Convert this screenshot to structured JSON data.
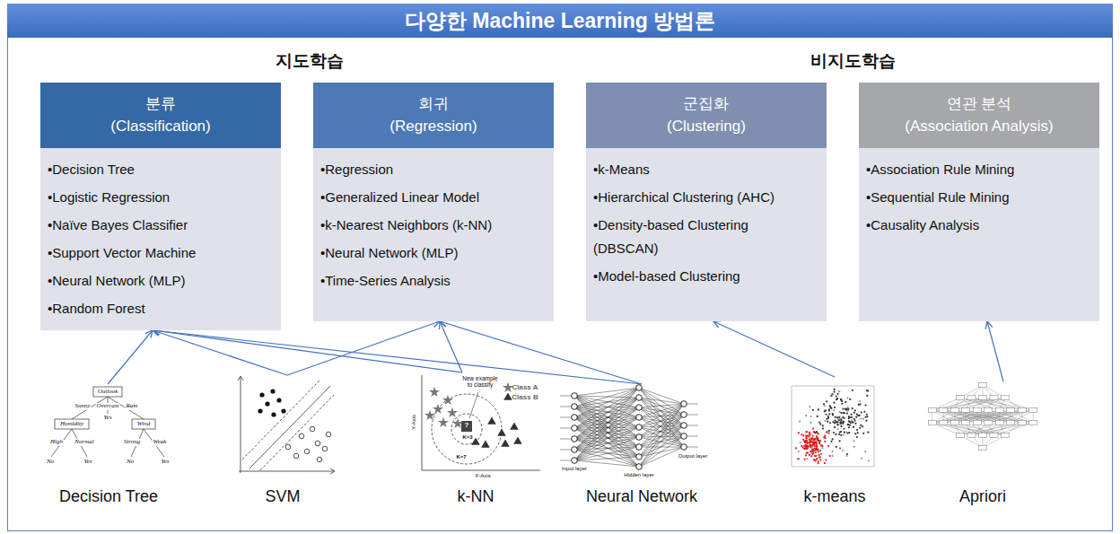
{
  "diagram": {
    "title": "다양한 Machine Learning 방법론",
    "nodes": [
      {
        "text": [
          "분류 (Classification)",
          "•Decision Tree",
          "•Logistic Regression",
          "•Naïve Bayes Classifier",
          "•Support Vector Machine",
          "•Neural Network (MLP)",
          "•Random Forest"
        ]
      },
      {
        "text": [
          "회귀 (Regression)",
          "•Regression",
          "•Generalized Linear Model",
          "•k-Nearest Neighbors (k-NN)",
          "•Neural Network (MLP)",
          "•Time-Series Analysis"
        ]
      },
      {
        "text": [
          "군집화 (Clustering)",
          "•k-Means",
          "•Hierarchical Clustering (AHC)",
          "•Density-based Clustering (DBSCAN)",
          "•Model-based Clustering"
        ]
      },
      {
        "text": [
          "연관 분석 (Association Analysis)",
          "•Association Rule Mining",
          "•Sequential Rule Mining",
          "•Causality Analysis"
        ]
      },
      {
        "text": [
          "Decision Tree"
        ]
      },
      {
        "text": [
          "SVM"
        ]
      },
      {
        "text": [
          "k-NN"
        ]
      },
      {
        "text": [
          "Neural Network"
        ]
      },
      {
        "text": [
          "k-means"
        ]
      },
      {
        "text": [
          "Apriori"
        ]
      }
    ],
    "edges": [
      {
        "from": 4,
        "to": 0,
        "arrow": "to"
      },
      {
        "from": 5,
        "to": 0,
        "arrow": "to"
      },
      {
        "from": 5,
        "to": 1,
        "arrow": "to"
      },
      {
        "from": 6,
        "to": 0,
        "arrow": "to"
      },
      {
        "from": 6,
        "to": 1,
        "arrow": "to"
      },
      {
        "from": 7,
        "to": 0,
        "arrow": "to"
      },
      {
        "from": 7,
        "to": 1,
        "arrow": "to"
      },
      {
        "from": 8,
        "to": 2,
        "arrow": "to"
      },
      {
        "from": 9,
        "to": 3,
        "arrow": "to"
      }
    ],
    "labels": [
      "지도학습",
      "비지도학습",
      "Outlook",
      "Sunny",
      "Overcast",
      "Rain",
      "Humidity",
      "Yes",
      "Wind",
      "High",
      "Normal",
      "Strong",
      "Weak",
      "No",
      "Yes",
      "No",
      "Yes",
      "New example to classify",
      "Class A",
      "Class B",
      "?",
      "K=3",
      "K=7",
      "Y-Axis",
      "X-Axis",
      "Input layer",
      "Hidden layer",
      "Output layer"
    ]
  }
}
